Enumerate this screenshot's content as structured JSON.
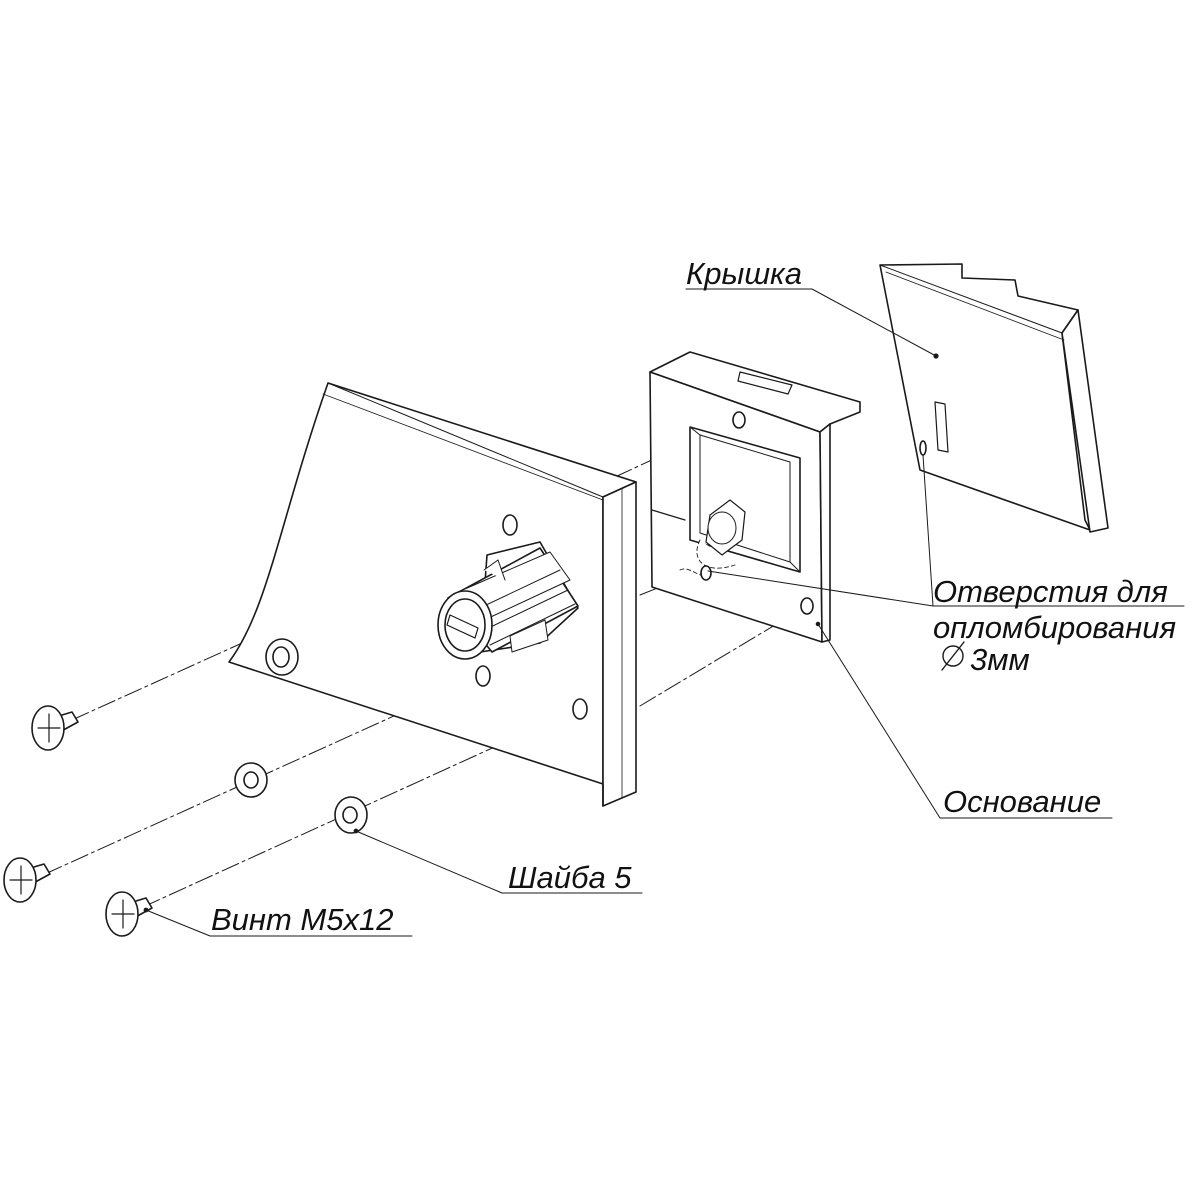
{
  "labels": {
    "cover": "Крышка",
    "seal_holes_line1": "Отверстия для",
    "seal_holes_line2": "опломбирования",
    "seal_holes_diameter": "3мм",
    "base": "Основание",
    "washer": "Шайба 5",
    "screw": "Винт М5х12"
  },
  "colors": {
    "line": "#1a1a1a",
    "paper": "#ffffff"
  }
}
